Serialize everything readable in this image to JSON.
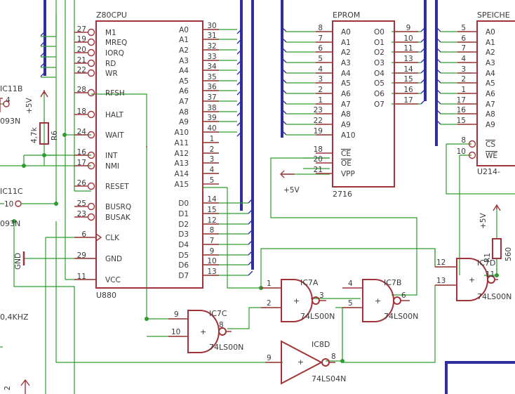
{
  "z80": {
    "name": "Z80CPU",
    "value": "U880",
    "left_pins": [
      {
        "num": "27",
        "label": "M1"
      },
      {
        "num": "19",
        "label": "MREQ"
      },
      {
        "num": "20",
        "label": "IORQ"
      },
      {
        "num": "21",
        "label": "RD"
      },
      {
        "num": "22",
        "label": "WR"
      },
      {
        "num": "28",
        "label": "RFSH"
      },
      {
        "num": "18",
        "label": "HALT"
      },
      {
        "num": "24",
        "label": "WAIT"
      },
      {
        "num": "16",
        "label": "INT"
      },
      {
        "num": "17",
        "label": "NMI"
      },
      {
        "num": "26",
        "label": "RESET"
      },
      {
        "num": "25",
        "label": "BUSRQ"
      },
      {
        "num": "23",
        "label": "BUSAK"
      },
      {
        "num": "6",
        "label": "CLK"
      },
      {
        "num": "29",
        "label": "GND"
      },
      {
        "num": "11",
        "label": "VCC"
      }
    ],
    "right_pins": [
      {
        "num": "30",
        "label": "A0"
      },
      {
        "num": "31",
        "label": "A1"
      },
      {
        "num": "32",
        "label": "A2"
      },
      {
        "num": "33",
        "label": "A3"
      },
      {
        "num": "34",
        "label": "A4"
      },
      {
        "num": "35",
        "label": "A5"
      },
      {
        "num": "36",
        "label": "A6"
      },
      {
        "num": "37",
        "label": "A7"
      },
      {
        "num": "38",
        "label": "A8"
      },
      {
        "num": "39",
        "label": "A9"
      },
      {
        "num": "40",
        "label": "A10"
      },
      {
        "num": "1",
        "label": "A11"
      },
      {
        "num": "2",
        "label": "A12"
      },
      {
        "num": "3",
        "label": "A13"
      },
      {
        "num": "4",
        "label": "A14"
      },
      {
        "num": "5",
        "label": "A15"
      },
      {
        "num": "14",
        "label": "D0"
      },
      {
        "num": "15",
        "label": "D1"
      },
      {
        "num": "12",
        "label": "D2"
      },
      {
        "num": "8",
        "label": "D3"
      },
      {
        "num": "7",
        "label": "D4"
      },
      {
        "num": "9",
        "label": "D5"
      },
      {
        "num": "10",
        "label": "D6"
      },
      {
        "num": "13",
        "label": "D7"
      }
    ]
  },
  "eprom": {
    "name": "EPROM",
    "value": "2716",
    "left_pins": [
      {
        "num": "8",
        "label": "A0"
      },
      {
        "num": "7",
        "label": "A1"
      },
      {
        "num": "6",
        "label": "A2"
      },
      {
        "num": "5",
        "label": "A3"
      },
      {
        "num": "4",
        "label": "A4"
      },
      {
        "num": "3",
        "label": "A5"
      },
      {
        "num": "2",
        "label": "A6"
      },
      {
        "num": "1",
        "label": "A7"
      },
      {
        "num": "23",
        "label": "A8"
      },
      {
        "num": "22",
        "label": "A9"
      },
      {
        "num": "19",
        "label": "A10"
      }
    ],
    "ctrl_pins": [
      {
        "num": "18",
        "label": "CE"
      },
      {
        "num": "20",
        "label": "OE"
      },
      {
        "num": "21",
        "label": "VPP"
      }
    ],
    "right_pins": [
      {
        "num": "9",
        "label": "O0"
      },
      {
        "num": "10",
        "label": "O1"
      },
      {
        "num": "11",
        "label": "O2"
      },
      {
        "num": "13",
        "label": "O3"
      },
      {
        "num": "14",
        "label": "O4"
      },
      {
        "num": "15",
        "label": "O5"
      },
      {
        "num": "16",
        "label": "O6"
      },
      {
        "num": "17",
        "label": "O7"
      }
    ]
  },
  "speicher": {
    "name": "SPEICHE",
    "value": "U214-",
    "left_pins": [
      {
        "num": "5",
        "label": "A0"
      },
      {
        "num": "6",
        "label": "A1"
      },
      {
        "num": "7",
        "label": "A2"
      },
      {
        "num": "4",
        "label": "A3"
      },
      {
        "num": "3",
        "label": "A4"
      },
      {
        "num": "2",
        "label": "A5"
      },
      {
        "num": "1",
        "label": "A6"
      },
      {
        "num": "17",
        "label": "A7"
      },
      {
        "num": "16",
        "label": "A8"
      },
      {
        "num": "15",
        "label": "A9"
      }
    ],
    "ctrl_pins": [
      {
        "num": "8",
        "label": "CS"
      },
      {
        "num": "10",
        "label": "WE"
      }
    ]
  },
  "gates": {
    "ic7a": {
      "name": "IC7A",
      "value": "74LS00N",
      "pin_a": "1",
      "pin_b": "2",
      "pin_out": "3"
    },
    "ic7b": {
      "name": "IC7B",
      "value": "74LS00N",
      "pin_a": "4",
      "pin_b": "5",
      "pin_out": "6"
    },
    "ic7c": {
      "name": "IC7C",
      "value": "74LS00N",
      "pin_a": "9",
      "pin_b": "10",
      "pin_out": "8"
    },
    "ic7d": {
      "name": "IC7D",
      "value": "74LS00N",
      "pin_a": "12",
      "pin_b": "13",
      "pin_out": "11"
    },
    "ic8d": {
      "name": "IC8D",
      "value": "74LS04N",
      "pin_in": "9",
      "pin_out": "8"
    }
  },
  "resistors": {
    "r6": {
      "name": "R6",
      "value": "4,7k"
    },
    "r1": {
      "name": "R1",
      "value": "560"
    }
  },
  "power": {
    "vcc_label": "+5V",
    "gnd_label": "GND"
  },
  "left_edge": {
    "ic11b": "IC11B",
    "ic11b_pin": "4",
    "part_093n_1": "093N",
    "ic11c": "IC11C",
    "ic11c_pin": "10",
    "part_093n_2": "093N",
    "clock_label": "0,4KHZ",
    "bottom_pin": "2"
  },
  "colors": {
    "body": "#a0343a",
    "wire": "#2e9c2e",
    "bus": "#2e2e9e",
    "text": "#3a3a3a"
  }
}
